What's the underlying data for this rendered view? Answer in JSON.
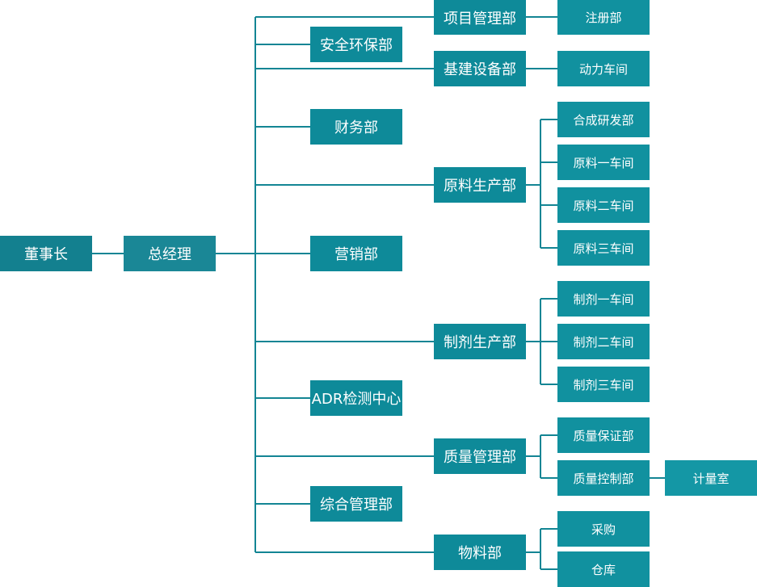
{
  "chairman": "董事长",
  "gm": "总经理",
  "left_departments": [
    "安全环保部",
    "财务部",
    "营销部",
    "ADR检测中心",
    "综合管理部"
  ],
  "right_departments": [
    {
      "name": "项目管理部",
      "children": [
        "注册部"
      ]
    },
    {
      "name": "基建设备部",
      "children": [
        "动力车间"
      ]
    },
    {
      "name": "原料生产部",
      "children": [
        "合成研发部",
        "原料一车间",
        "原料二车间",
        "原料三车间"
      ]
    },
    {
      "name": "制剂生产部",
      "children": [
        "制剂一车间",
        "制剂二车间",
        "制剂三车间"
      ]
    },
    {
      "name": "质量管理部",
      "children": [
        "质量保证部",
        "质量控制部"
      ]
    },
    {
      "name": "物料部",
      "children": [
        "采购",
        "仓库"
      ]
    }
  ],
  "quality_control_sub": "计量室",
  "colors": {
    "line": "#138594",
    "node": "#13869a"
  }
}
